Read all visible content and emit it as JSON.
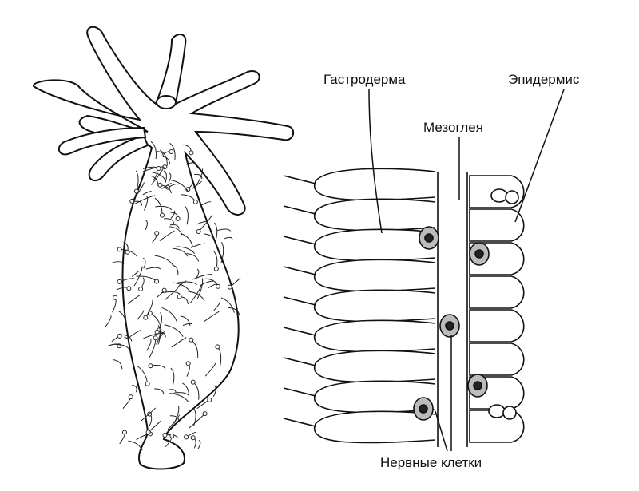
{
  "labels": {
    "gastroderm": "Гастродерма",
    "epidermis": "Эпидермис",
    "mesoglea": "Мезоглея",
    "nerve_cells": "Нервные клетки"
  },
  "colors": {
    "ink": "#111111",
    "cell_fill": "#ffffff",
    "nucleus": "#333333"
  }
}
